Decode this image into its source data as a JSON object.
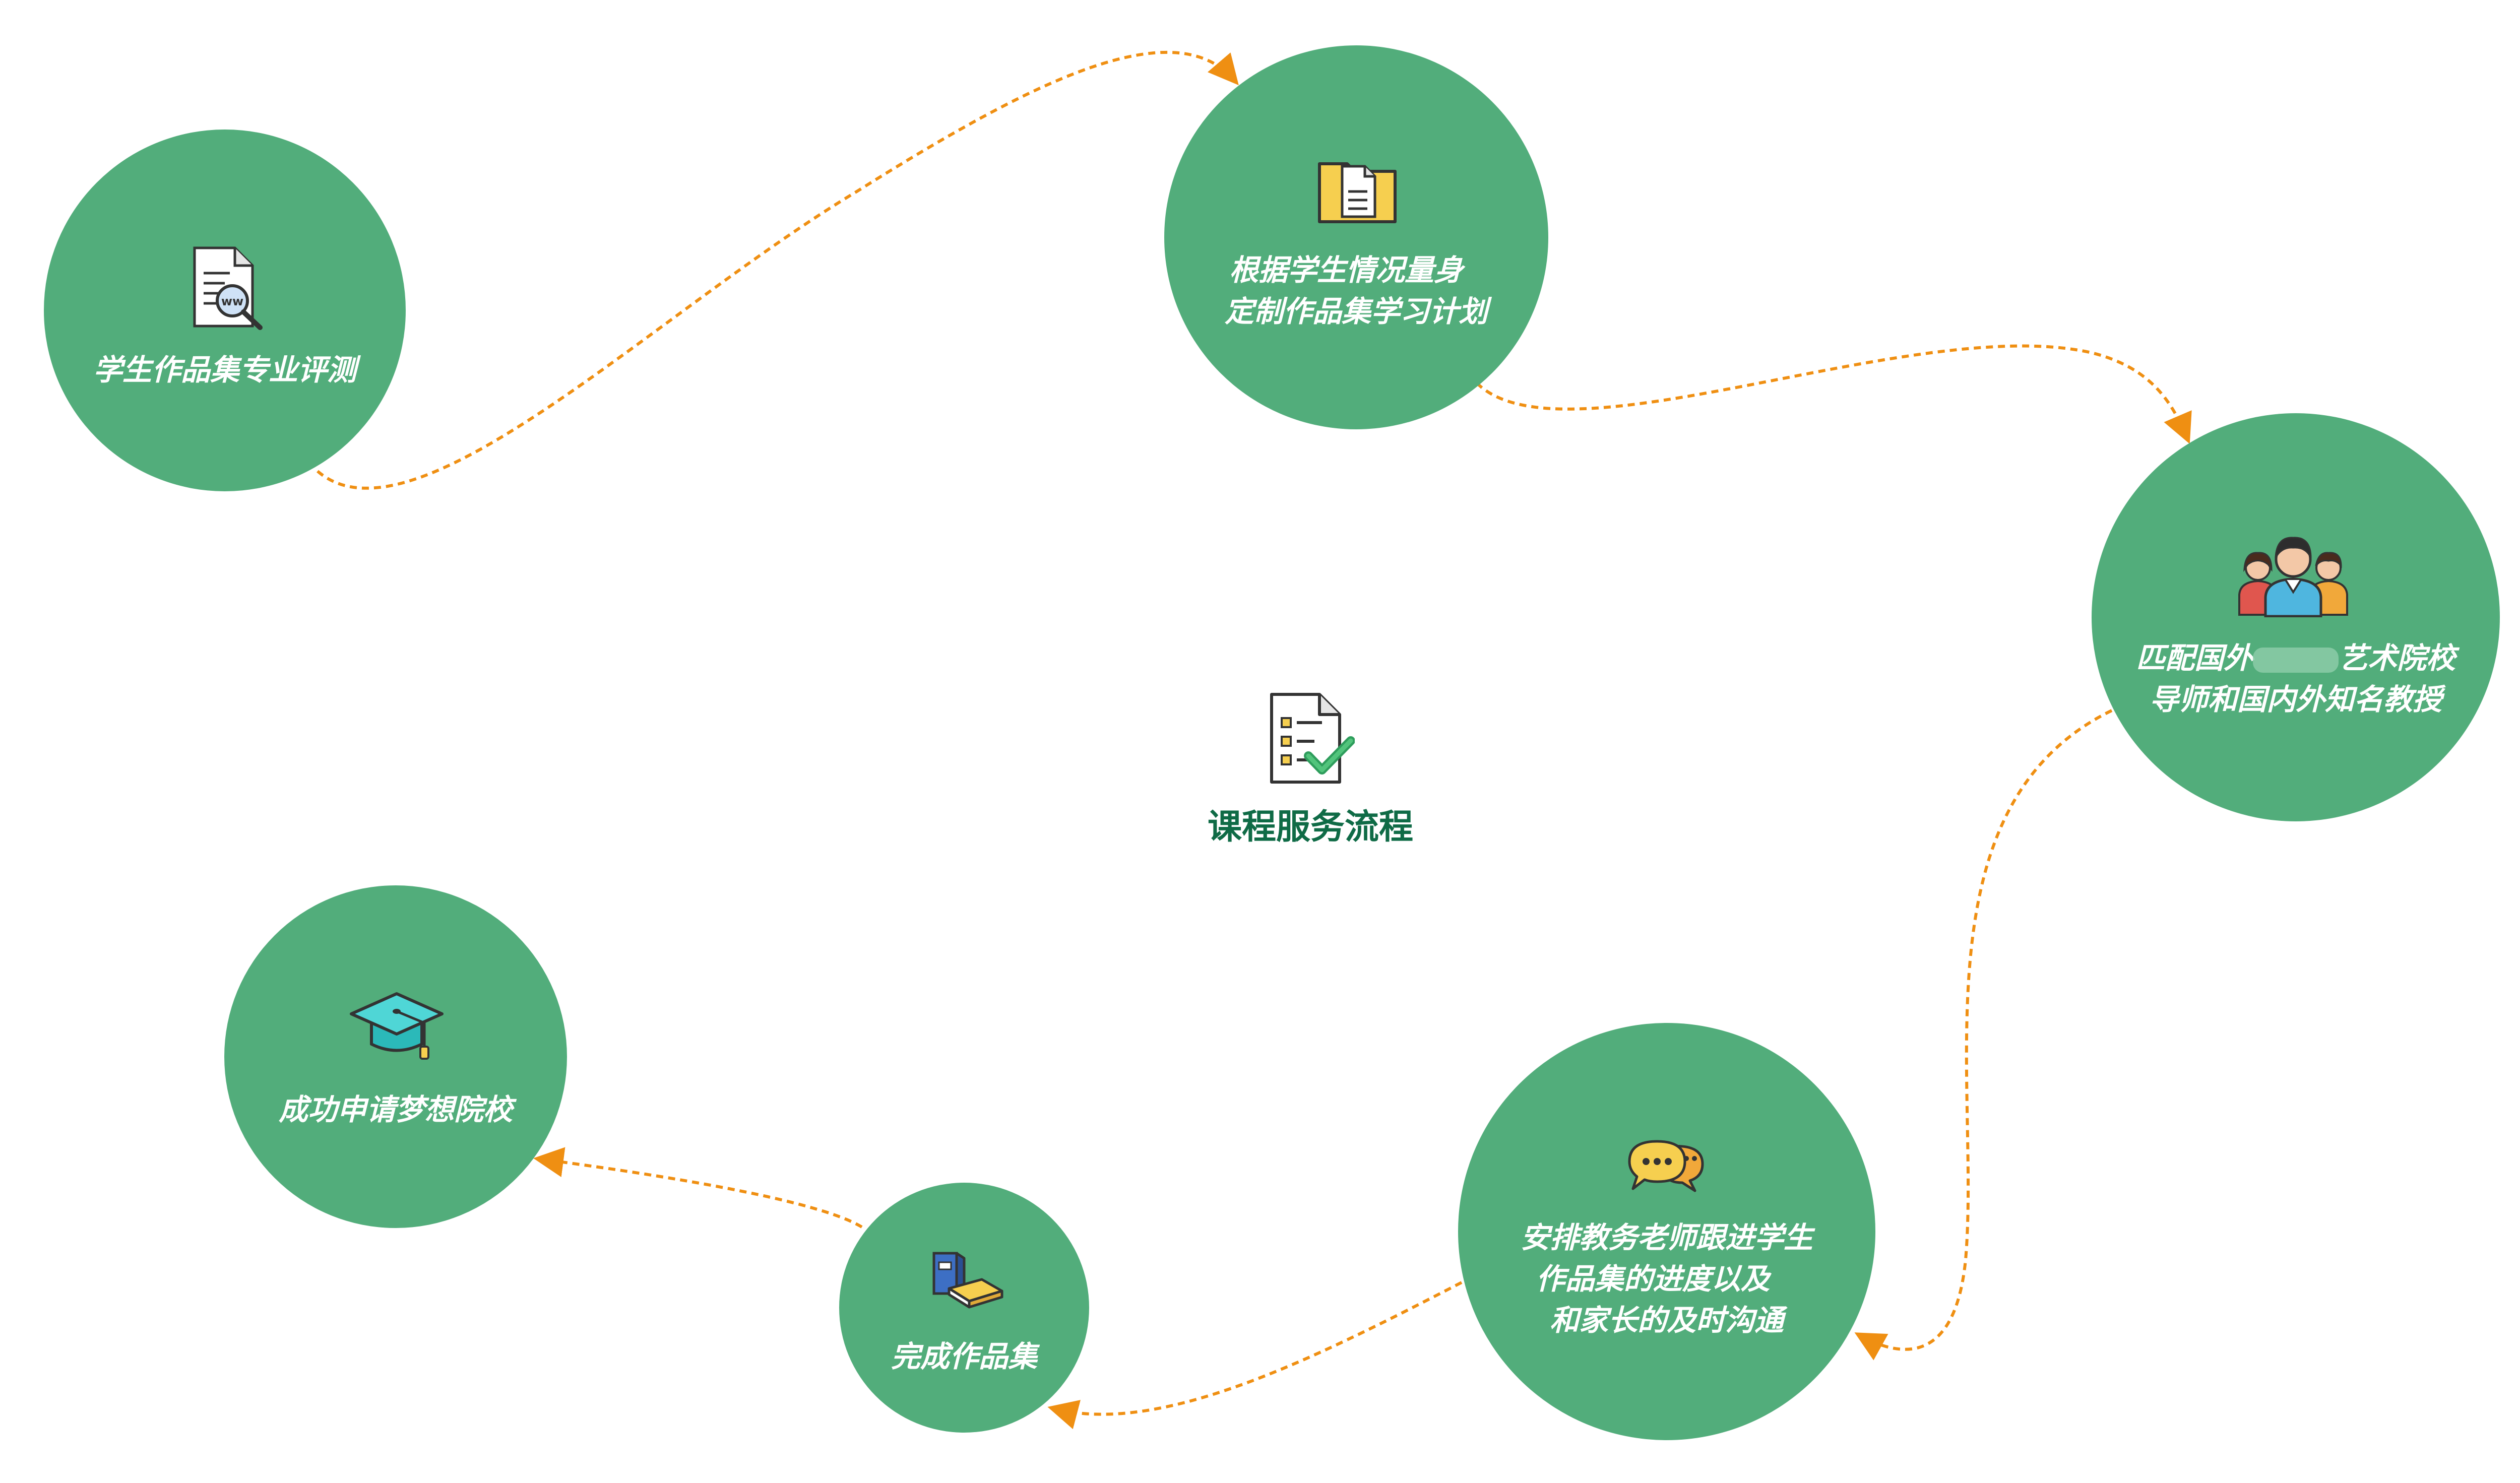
{
  "center": {
    "title": "课程服务流程",
    "icon": "checklist-document-icon"
  },
  "steps": [
    {
      "id": "evaluate",
      "lines": [
        "学生作品集专业评测"
      ],
      "icon": "document-search-icon"
    },
    {
      "id": "plan",
      "lines": [
        "根据学生情况量身",
        "定制作品集学习计划"
      ],
      "icon": "folder-document-icon"
    },
    {
      "id": "match",
      "lines": [
        "匹配国外",
        "艺术院校",
        "导师和国内外知名教授"
      ],
      "icon": "people-group-icon"
    },
    {
      "id": "follow",
      "lines": [
        "安排教务老师跟进学生",
        "作品集的进度以及",
        "和家长的及时沟通"
      ],
      "icon": "chat-bubbles-icon"
    },
    {
      "id": "complete",
      "lines": [
        "完成作品集"
      ],
      "icon": "books-icon"
    },
    {
      "id": "success",
      "lines": [
        "成功申请梦想院校"
      ],
      "icon": "graduation-cap-icon"
    }
  ],
  "colors": {
    "node": "#52ad7b",
    "arrow": "#ef8f12",
    "title": "#0f6b46",
    "node_text": "#ffffff"
  }
}
